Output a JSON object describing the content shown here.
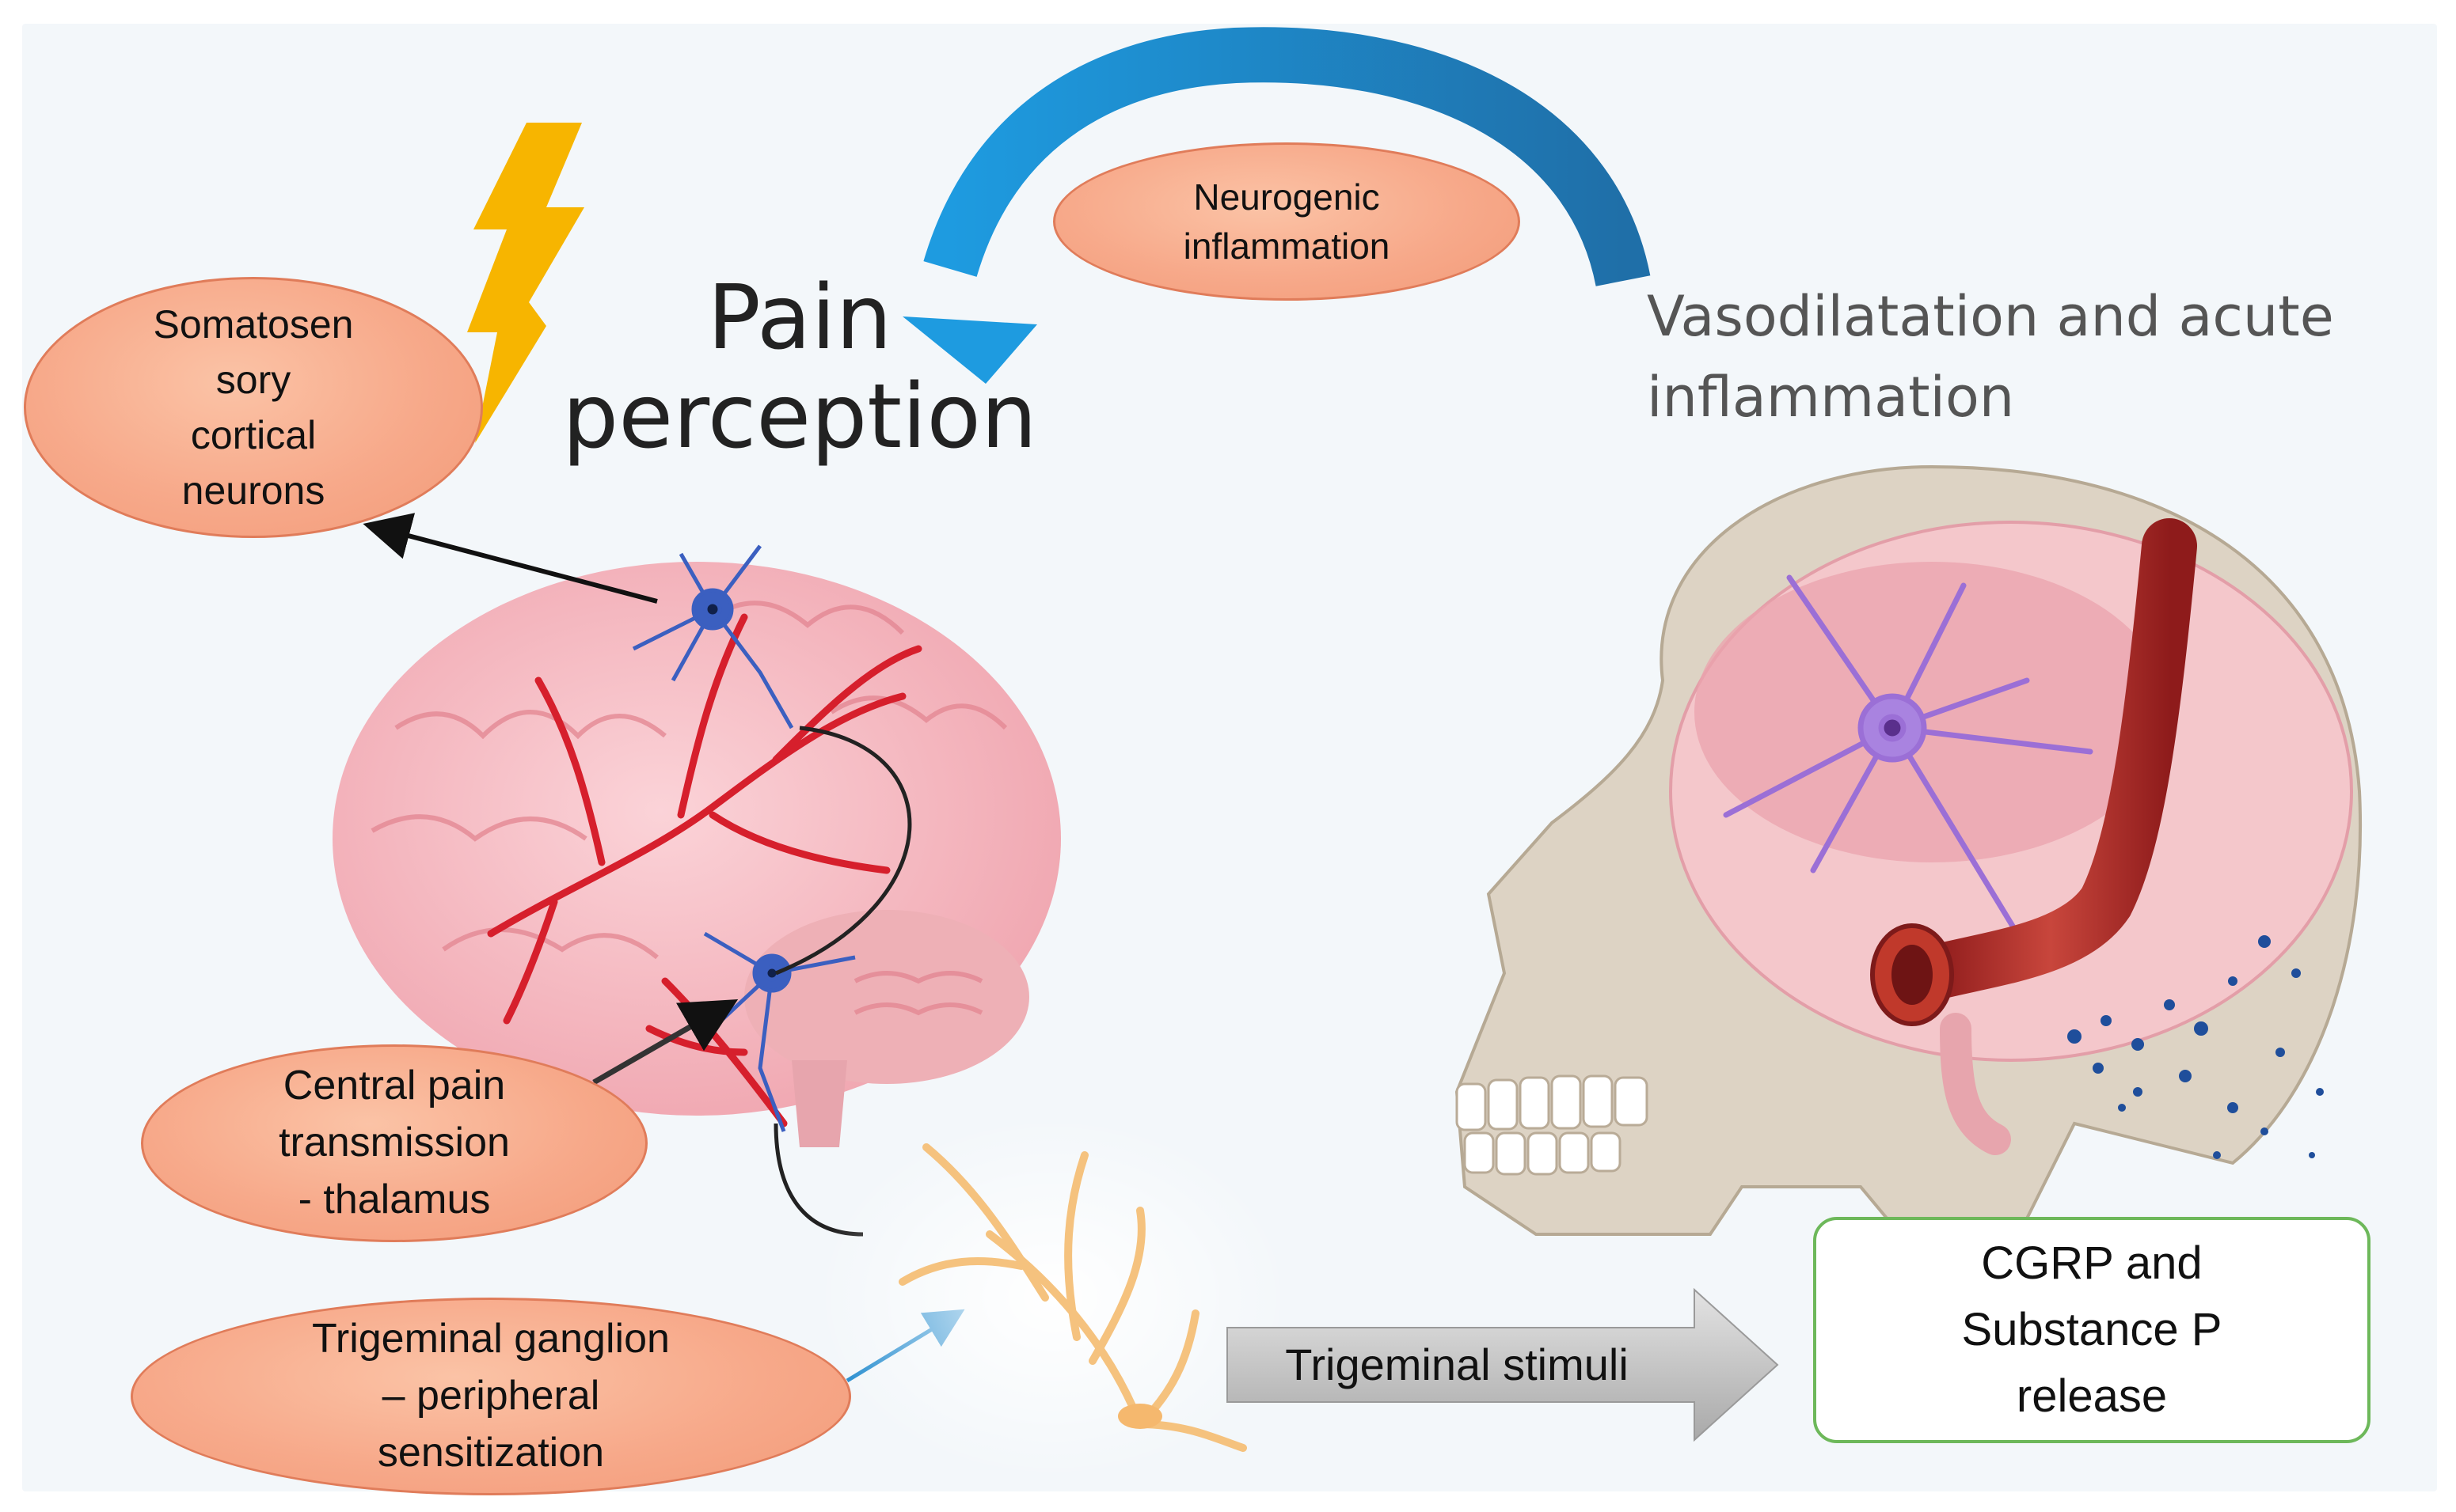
{
  "labels": {
    "pain_perception": "Pain\nperception",
    "neurogenic_inflammation": "Neurogenic\ninflammation",
    "vasodilatation": "Vasodilatation and acute\ninflammation",
    "somatosensory": "Somatosen\nsory\ncortical\nneurons",
    "central_pain": "Central pain\ntransmission\n- thalamus",
    "trigeminal_ganglion": "Trigeminal ganglion\n– peripheral\nsensitization",
    "trigeminal_stimuli": "Trigeminal stimuli",
    "cgrp_release": "CGRP and\nSubstance P\nrelease"
  },
  "colors": {
    "oval_fill": "#f7a98a",
    "oval_border": "#e07c5a",
    "box_border": "#6db85a",
    "curved_arrow": "#2a8fd0",
    "lightning": "#f7b500",
    "brain": "#f6bcc4",
    "vessels": "#d61f2c",
    "neurons": "#3b5fc0",
    "skull": "#ddd3c4",
    "artery": "#c0392b",
    "astrocyte": "#9b6fd6"
  }
}
